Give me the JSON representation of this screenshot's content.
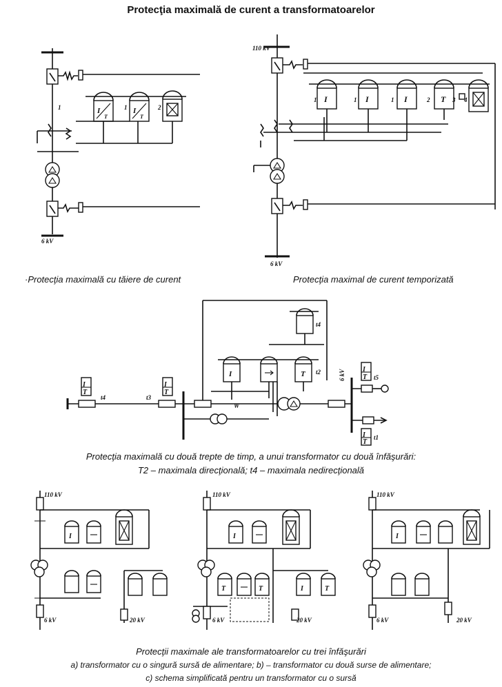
{
  "title": "Protecţia maximală de curent a transformatoarelor",
  "diagram1": {
    "caption": "·Protecţia maximală  cu tăiere de curent",
    "bus_low_label": "6 kV",
    "relay_labels": [
      "1",
      "1",
      "2"
    ]
  },
  "diagram2": {
    "caption": "Protecţia maximal de curent temporizată",
    "bus_high_label": "110 kV",
    "bus_low_label": "6 kV",
    "relay_labels": [
      "1",
      "1",
      "1",
      "2",
      "3",
      "4"
    ]
  },
  "diagram3": {
    "caption_line1": "Protecţia maximală cu două trepte de timp, a unui transformator cu două înfăşurări:",
    "caption_line2": "T2 – maximala direcţională; t4 – maximala nedirecţională",
    "bus_label": "6 kV",
    "time_labels": [
      "t4",
      "t3",
      "t4",
      "t2",
      "t5",
      "t1"
    ],
    "w_label": "W"
  },
  "diagram4": {
    "caption_line1": "Protecţii maximale ale transformatoarelor cu trei înfăşurări",
    "caption_line2": "a) transformator cu o singură sursă de alimentare; b) – transformator cu două surse de alimentare;",
    "caption_line3": "c) schema simplificată pentru un transformator cu o sursă",
    "high_label": "110 kV",
    "low_label": "6 kV",
    "mid_label": "20 kV"
  },
  "relay_symbols": {
    "current": "I",
    "time": "T",
    "ratio": "I/T"
  }
}
